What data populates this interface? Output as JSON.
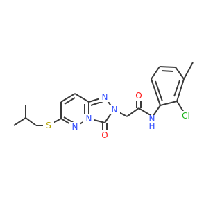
{
  "molecule": {
    "atoms": {
      "n_triazole_top": "N",
      "n_triazole_ch2": "N",
      "n_bridge": "N",
      "n_pyridazine": "N",
      "o_triazolone": "O",
      "o_amide": "O",
      "nh_amide": "NH",
      "s_thioether": "S",
      "cl_substituent": "Cl"
    }
  }
}
